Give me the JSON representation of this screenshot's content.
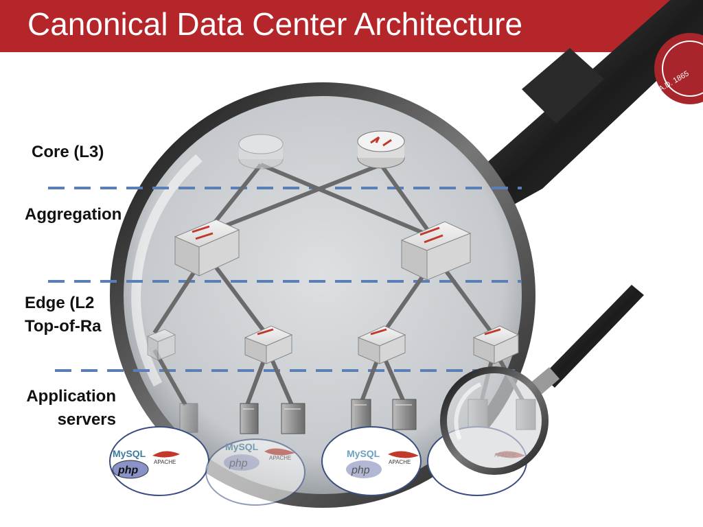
{
  "header": {
    "title": "Canonical Data Center Architecture"
  },
  "layers": {
    "core": "Core (L3)",
    "aggregation": "Aggregation",
    "edge_line1": "Edge (L2",
    "edge_line2": "Top-of-Ra",
    "app_line1": "Application",
    "app_line2": "servers"
  },
  "software_logos": {
    "db": "MySQL",
    "lang": "php",
    "web": "APACHE"
  },
  "seal_text": "A.D. 1865",
  "colors": {
    "title_bar": "#b4262a",
    "divider": "#5b7fb5",
    "switch_arrow": "#c0392b",
    "lens": "#c9ccd0"
  }
}
